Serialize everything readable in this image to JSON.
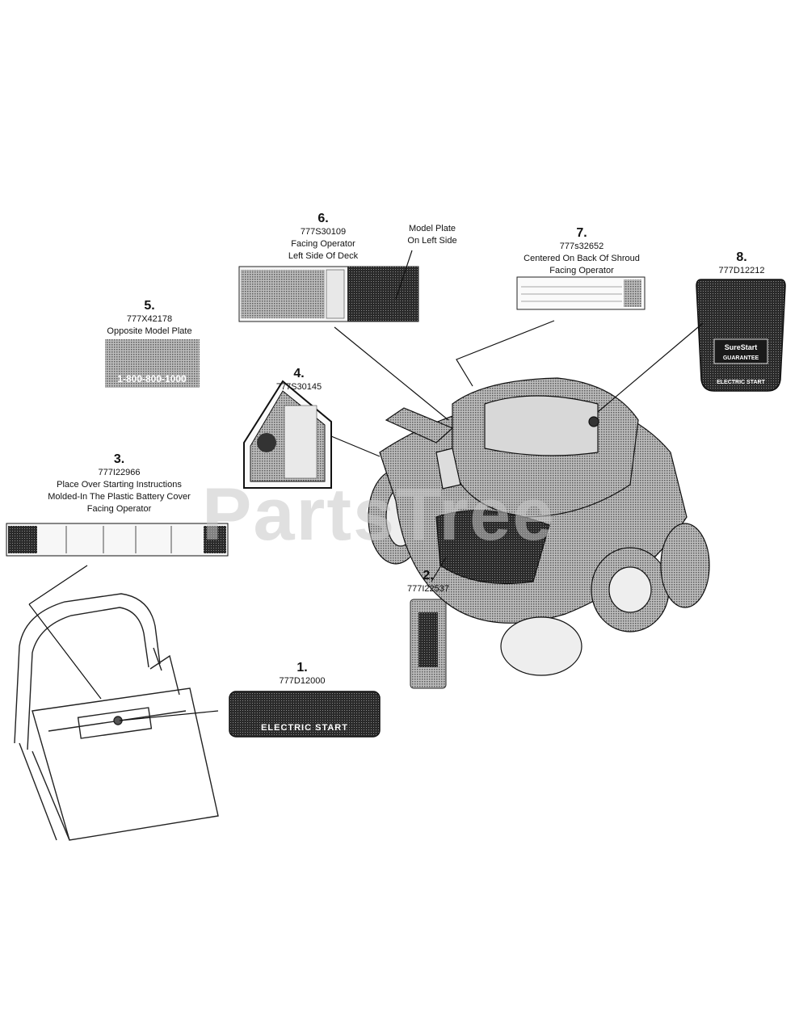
{
  "watermark": "PartsTree",
  "callouts": {
    "c1": {
      "num": "1.",
      "part": "777D12000"
    },
    "c2": {
      "num": "2.",
      "part": "777I22537"
    },
    "c3": {
      "num": "3.",
      "part": "777I22966",
      "l1": "Place Over Starting Instructions",
      "l2": "Molded-In The Plastic Battery Cover",
      "l3": "Facing Operator"
    },
    "c4": {
      "num": "4.",
      "part": "777S30145"
    },
    "c5": {
      "num": "5.",
      "part": "777X42178",
      "l1": "Opposite Model Plate"
    },
    "c6": {
      "num": "6.",
      "part": "777S30109",
      "l1": "Facing Operator",
      "l2": "Left Side Of Deck"
    },
    "c7": {
      "num": "7.",
      "part": "777s32652",
      "l1": "Centered On Back Of Shroud",
      "l2": "Facing Operator"
    },
    "c8": {
      "num": "8.",
      "part": "777D12212"
    },
    "model_plate": {
      "l1": "Model Plate",
      "l2": "On Left Side"
    }
  },
  "decals": {
    "d1_text": "ELECTRIC START",
    "d8_brand": "SureStart",
    "d8_sub": "GUARANTEE",
    "d8_bottom": "ELECTRIC START",
    "d5_text": "1-800-800-1000"
  }
}
